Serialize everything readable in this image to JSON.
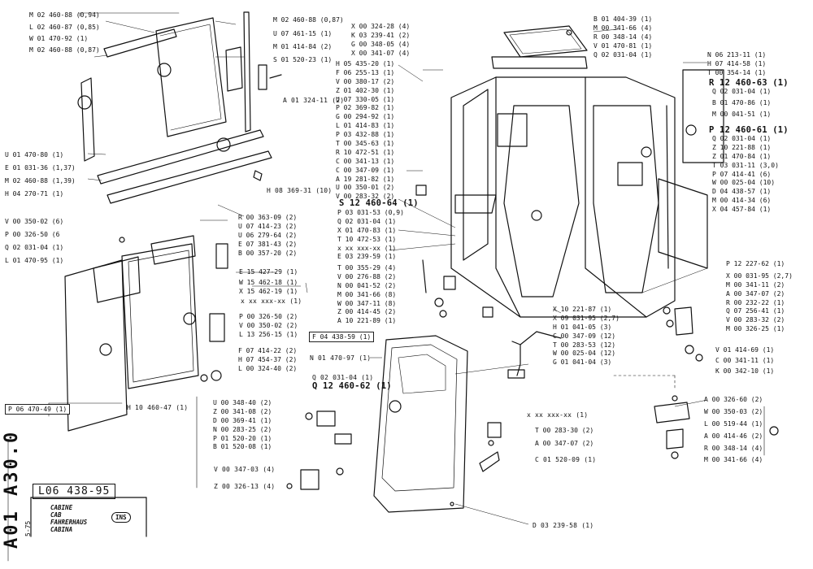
{
  "sheet": {
    "code": "L06 438-95",
    "part_number": "A01 A30.0",
    "date": "5-75",
    "titles": [
      "CABINE",
      "CAB",
      "FAHRERHAUS",
      "CABINA"
    ],
    "badge": "INS"
  },
  "boxes": {
    "left_bottom": "P 06 470-49 (1)",
    "door_box": "F 04 438-59 (1)"
  },
  "groups": {
    "top_left_a": [
      "M 02 460-88 (0,94)",
      "L 02 460-87 (0,85)",
      "W 01 470-92 (1)",
      "M 02 460-88 (0,87)"
    ],
    "top_left_b": [
      "M 02 460-88 (0,87)",
      "U 07 461-15 (1)",
      "M 01 414-84 (2)",
      "S 01 520-23 (1)"
    ],
    "top_left_c": [
      "A 01 324-11 (2)"
    ],
    "mid_left": [
      "U 01 470-80 (1)",
      "E 01 031-36 (1,37)",
      "M 02 460-88 (1,39)",
      "H 04 270-71 (1)"
    ],
    "mid_left_b": [
      "H 08 369-31 (10)"
    ],
    "win_left": [
      "V 00 350-02 (6)",
      "P 00 326-50 (6",
      "Q 02 031-04 (1)",
      "L 01 470-95 (1)"
    ],
    "win_right": [
      "R 00 363-09 (2)",
      "U 07 414-23 (2)",
      "U 06 279-64 (2)",
      "E 07 381-43 (2)",
      "B 00 357-20 (2)"
    ],
    "win_right_b": [
      "E 15 427-29 (1)",
      "W 15 462-18 (1)",
      "X 15 462-19 (1)"
    ],
    "win_right_c": [
      "x xx xxx-xx (1)"
    ],
    "win_right_d": [
      "P 00 326-50 (2)",
      "V 00 350-02 (2)",
      "L 13 256-15 (1)"
    ],
    "win_right_e": [
      "F 07 414-22 (2)",
      "H 07 454-37 (2)",
      "L 00 324-40 (2)"
    ],
    "win_bottom": [
      "H 10 460-47 (1)"
    ],
    "top_mid_a": [
      "X 00 324-28 (4)",
      "K 03 239-41 (2)",
      "G 00 348-05 (4)",
      "X 00 341-07 (4)"
    ],
    "top_mid_b": [
      "H 05 435-20 (1)",
      "F 06 255-13 (1)",
      "V 00 380-17 (2)",
      "Z 01 402-30 (1)",
      "U 07 330-05 (1)",
      "P 02 369-82 (1)",
      "G 00 294-92 (1)",
      "L 01 414-83 (1)",
      "P 03 432-88 (1)",
      "T 00 345-63 (1)",
      "R 10 472-51 (1)",
      "C 00 341-13 (1)",
      "C 00 347-09 (1)",
      "A 19 281-82 (1)",
      "U 00 350-01 (2)",
      "V 00 283-32 (2)"
    ],
    "top_right": [
      "B 01 404-39 (1)",
      "M 00 341-66 (4)",
      "R 00 348-14 (4)",
      "V 01 470-81 (1)",
      "Q 02 031-04 (1)"
    ],
    "right_a": [
      "N 06 213-11 (1)",
      "H 07 414-58 (1)",
      "T 00 354-14 (1)"
    ],
    "right_big1": "R 12 460-63 (1)",
    "right_b": [
      "Q 02 031-04 (1)",
      "B 01 470-86 (1)",
      "M 00 041-51 (1)"
    ],
    "right_big2": "P 12 460-61 (1)",
    "right_c": [
      "Q 02 031-04 (1)",
      "Z 10 221-88 (1)",
      "Z 01 470-84 (1)",
      "T 03 031-11 (3,0)",
      "P 07 414-41 (6)",
      "W 00 025-04 (10)",
      "D 04 438-57 (1)",
      "M 00 414-34 (6)",
      "X 04 457-84 (1)"
    ],
    "mid_big": "S 12 460-64 (1)",
    "mid_a": [
      "P 03 031-53 (0,9)",
      "Q 02 031-04 (1)",
      "X 01 470-83 (1)",
      "T 10 472-53 (1)",
      "x xx xxx-xx (1)",
      "E 03 239-59 (1)"
    ],
    "mid_b": [
      "T 00 355-29 (4)",
      "V 00 276-88 (2)",
      "N 00 041-52 (2)",
      "M 00 341-66 (8)",
      "W 00 347-11 (8)",
      "Z 00 414-45 (2)",
      "A 10 221-89 (1)"
    ],
    "right_d": [
      "P 12 227-62 (1)",
      "X 00 031-95 (2,7)",
      "M 00 341-11 (2)",
      "A 00 347-07 (2)",
      "R 00 232-22 (1)",
      "Q 07 256-41 (1)",
      "V 00 283-32 (2)",
      "M 00 326-25 (1)"
    ],
    "mid_c": [
      "X 10 221-87 (1)",
      "X 09 031-95 (2,7)",
      "H 01 041-05 (3)",
      "C 00 347-09 (12)",
      "T 00 283-53 (12)",
      "W 00 025-04 (12)",
      "G 01 041-04 (3)"
    ],
    "right_e": [
      "V 01 414-69 (1)",
      "C 00 341-11 (1)",
      "K 00 342-10 (1)"
    ],
    "door_a": [
      "N 01 470-97 (1)"
    ],
    "door_b": [
      "Q 02 031-04 (1)"
    ],
    "door_big": "Q 12 460-62 (1)",
    "mount": [
      "A 00 326-60 (2)",
      "W 00 350-03 (2)",
      "L 00 519-44 (1)",
      "A 00 414-46 (2)",
      "R 00 348-14 (4)",
      "M 00 341-66 (4)"
    ],
    "lock_a": [
      "U 00 348-40 (2)",
      "Z 00 341-08 (2)",
      "D 00 369-41 (1)",
      "N 00 283-25 (2)",
      "P 01 520-20 (1)",
      "B 01 520-08 (1)"
    ],
    "lock_b": [
      "V 00 347-03 (4)"
    ],
    "lock_c": [
      "Z 00 326-13 (4)"
    ],
    "door_c": [
      "x xx xxx-xx (1)"
    ],
    "door_d": [
      "T 00 283-30 (2)",
      "A 00 347-07 (2)"
    ],
    "door_e": [
      "C 01 520-09 (1)"
    ],
    "door_f": [
      "D 03 239-58 (1)"
    ]
  }
}
